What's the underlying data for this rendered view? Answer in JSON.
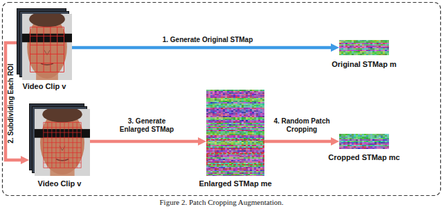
{
  "diagram": {
    "caption": "Figure 2. Patch Cropping Augmentation.",
    "nodes": [
      {
        "text": [
          "Video Clip v"
        ]
      },
      {
        "text": [
          "Original STMap m"
        ]
      },
      {
        "text": [
          "Video Clip v"
        ]
      },
      {
        "text": [
          "Enlarged STMap me"
        ]
      },
      {
        "text": [
          "Cropped STMap mc"
        ]
      }
    ],
    "edges": [
      {
        "from": 0,
        "to": 1,
        "label": "1. Generate Original STMap",
        "arrow": "to"
      },
      {
        "from": 0,
        "to": 2,
        "label": "2. Subdividing Each ROI",
        "arrow": "to"
      },
      {
        "from": 2,
        "to": 3,
        "label": "3. Generate Enlarged STMap",
        "arrow": "to"
      },
      {
        "from": 3,
        "to": 4,
        "label": "4. Random Patch Cropping",
        "arrow": "to"
      }
    ]
  }
}
